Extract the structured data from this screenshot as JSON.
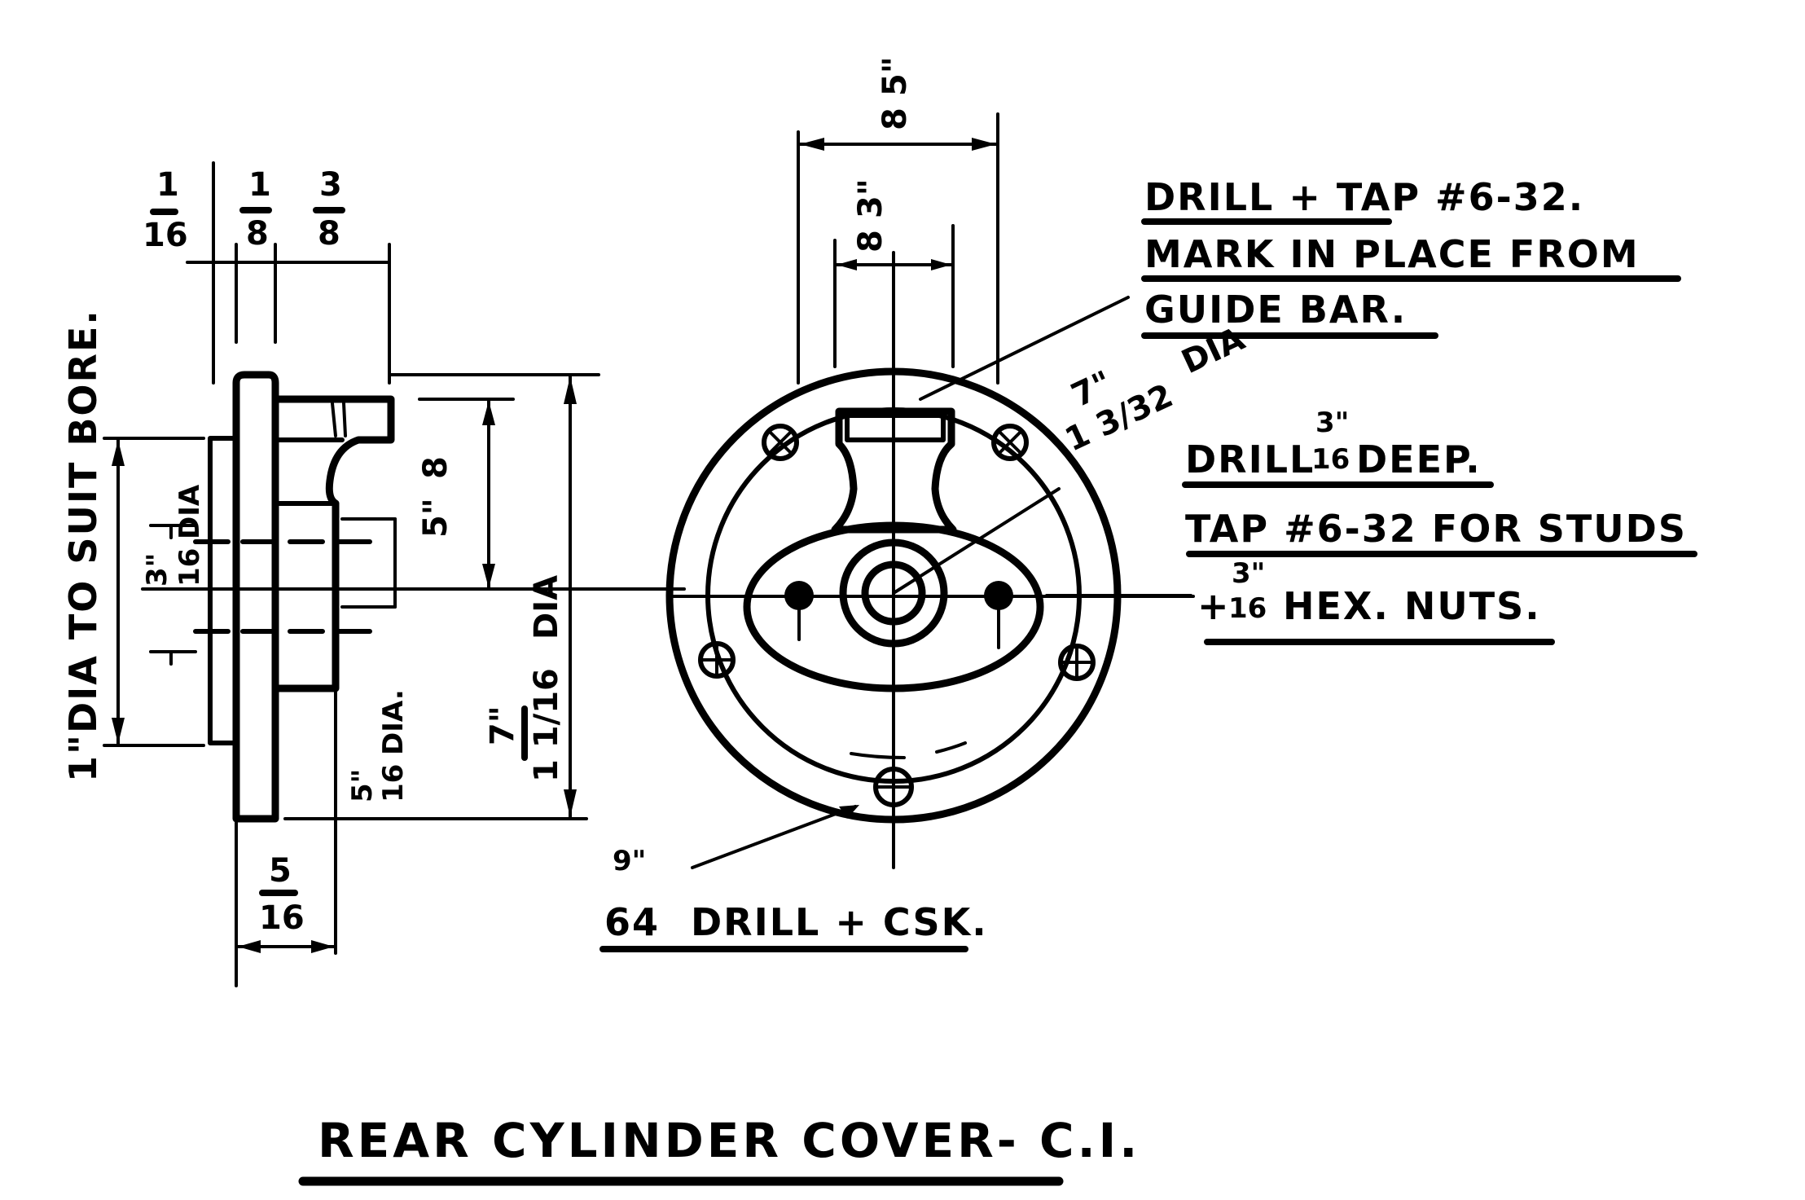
{
  "drawing": {
    "title": "REAR CYLINDER COVER- C.I.",
    "material": "C.I.",
    "colors": {
      "ink": "#000000",
      "paper": "#ffffff"
    }
  },
  "side_view": {
    "dimensions": {
      "flange_step": "1/16\"",
      "flange_thickness": "1/8\"",
      "boss_projection": "3/8\"",
      "overall_width": "5/16\"",
      "spigot_dia": "1\" DIA TO SUIT BORE.",
      "recess_dia": "3/16 DIA",
      "boss_height": "5/8\"",
      "outer_dia": "7/1 1/16 DIA",
      "bore_dia": "5/16 DIA."
    },
    "labels": {
      "flange_step_num": "1",
      "flange_step_den": "16",
      "flange_thk_num": "1",
      "flange_thk_den": "8",
      "boss_proj_num": "3",
      "boss_proj_den": "8",
      "overall_num": "5",
      "overall_den": "16",
      "spigot": "1\"DIA TO SUIT BORE.",
      "recess_num": "3\"",
      "recess_den": "16",
      "recess_suffix": "DIA",
      "boss_h_num": "5\"",
      "boss_h_den": "8",
      "outer_num": "7\"",
      "outer_den": "1 1/16",
      "outer_suffix": "DIA",
      "bore_num": "5\"",
      "bore_den": "16",
      "bore_suffix": "DIA."
    }
  },
  "front_view": {
    "dimensions": {
      "lug_width_num": "5\"",
      "lug_width_den": "8",
      "slot_width_num": "3\"",
      "slot_width_den": "8",
      "pcd_num": "7\"",
      "pcd_den": "1 3/32",
      "pcd_suffix": "DIA"
    }
  },
  "notes": [
    {
      "id": "guide-bar-tapping",
      "lines": [
        "DRILL + TAP #6-32.",
        "MARK IN PLACE FROM",
        "GUIDE BAR."
      ]
    },
    {
      "id": "stud-holes",
      "line1_prefix": "DRILL",
      "line1_frac_num": "3\"",
      "line1_frac_den": "16",
      "line1_suffix": "DEEP.",
      "line2": "TAP #6-32 FOR STUDS",
      "line3_prefix": "+",
      "line3_frac_num": "3\"",
      "line3_frac_den": "16",
      "line3_suffix": "HEX. NUTS."
    },
    {
      "id": "fixing-holes",
      "frac_num": "9\"",
      "frac_den": "64",
      "text": "DRILL + CSK."
    }
  ]
}
